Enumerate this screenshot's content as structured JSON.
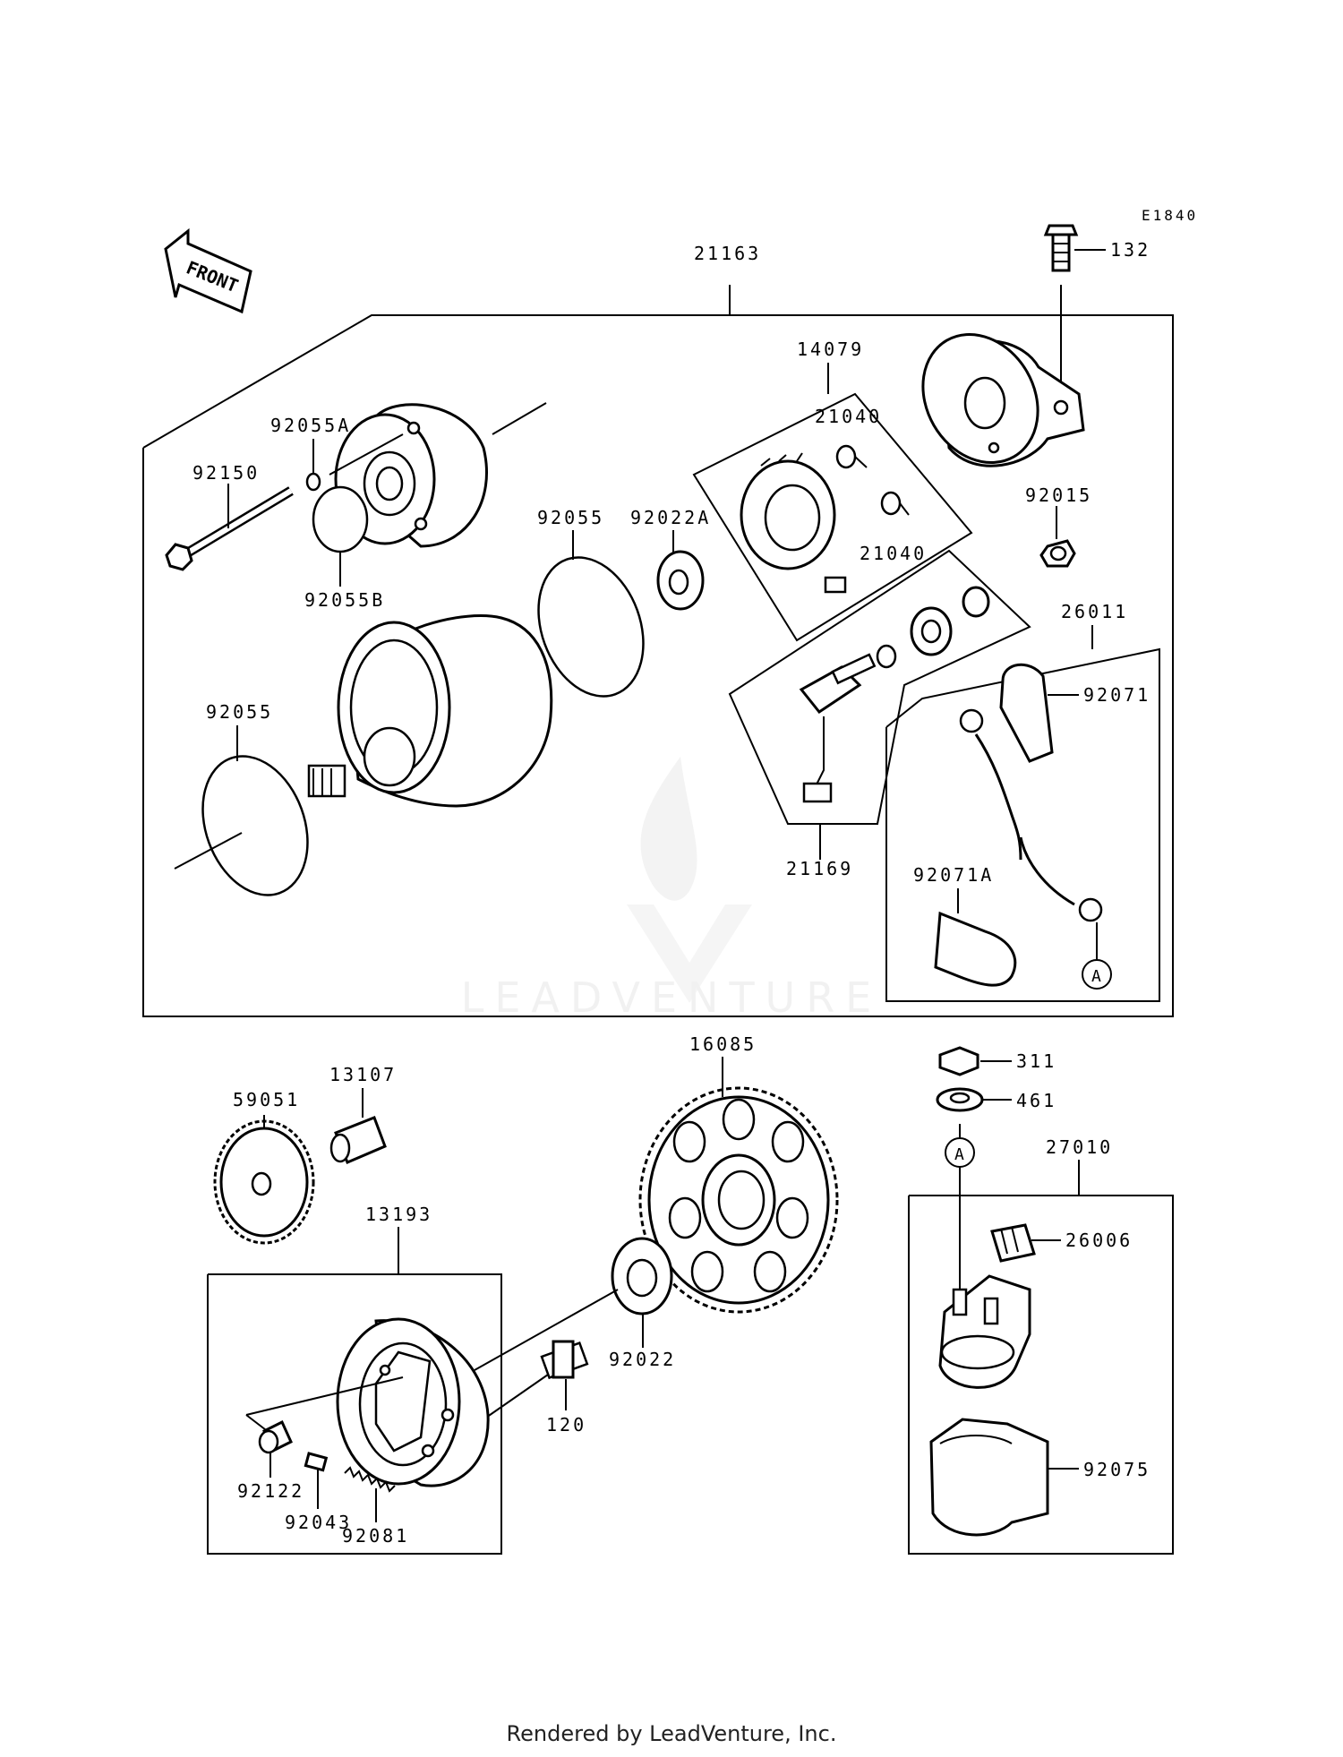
{
  "diagram_code": "E1840",
  "front_label": "FRONT",
  "watermark_text": "LEADVENTURE",
  "footer_text": "Rendered by LeadVenture, Inc.",
  "callout_A": "A",
  "parts": {
    "p21163": "21163",
    "p132": "132",
    "p14079": "14079",
    "p21040a": "21040",
    "p21040b": "21040",
    "p92055A": "92055A",
    "p92150": "92150",
    "p92055B": "92055B",
    "p92055a": "92055",
    "p92022A": "92022A",
    "p92015": "92015",
    "p26011": "26011",
    "p92071": "92071",
    "p92055b": "92055",
    "p21169": "21169",
    "p92071A": "92071A",
    "p16085": "16085",
    "p311": "311",
    "p461": "461",
    "p59051": "59051",
    "p13107": "13107",
    "p27010": "27010",
    "p26006": "26006",
    "p13193": "13193",
    "p92022": "92022",
    "p120": "120",
    "p92122": "92122",
    "p92043": "92043",
    "p92081": "92081",
    "p92075": "92075"
  }
}
